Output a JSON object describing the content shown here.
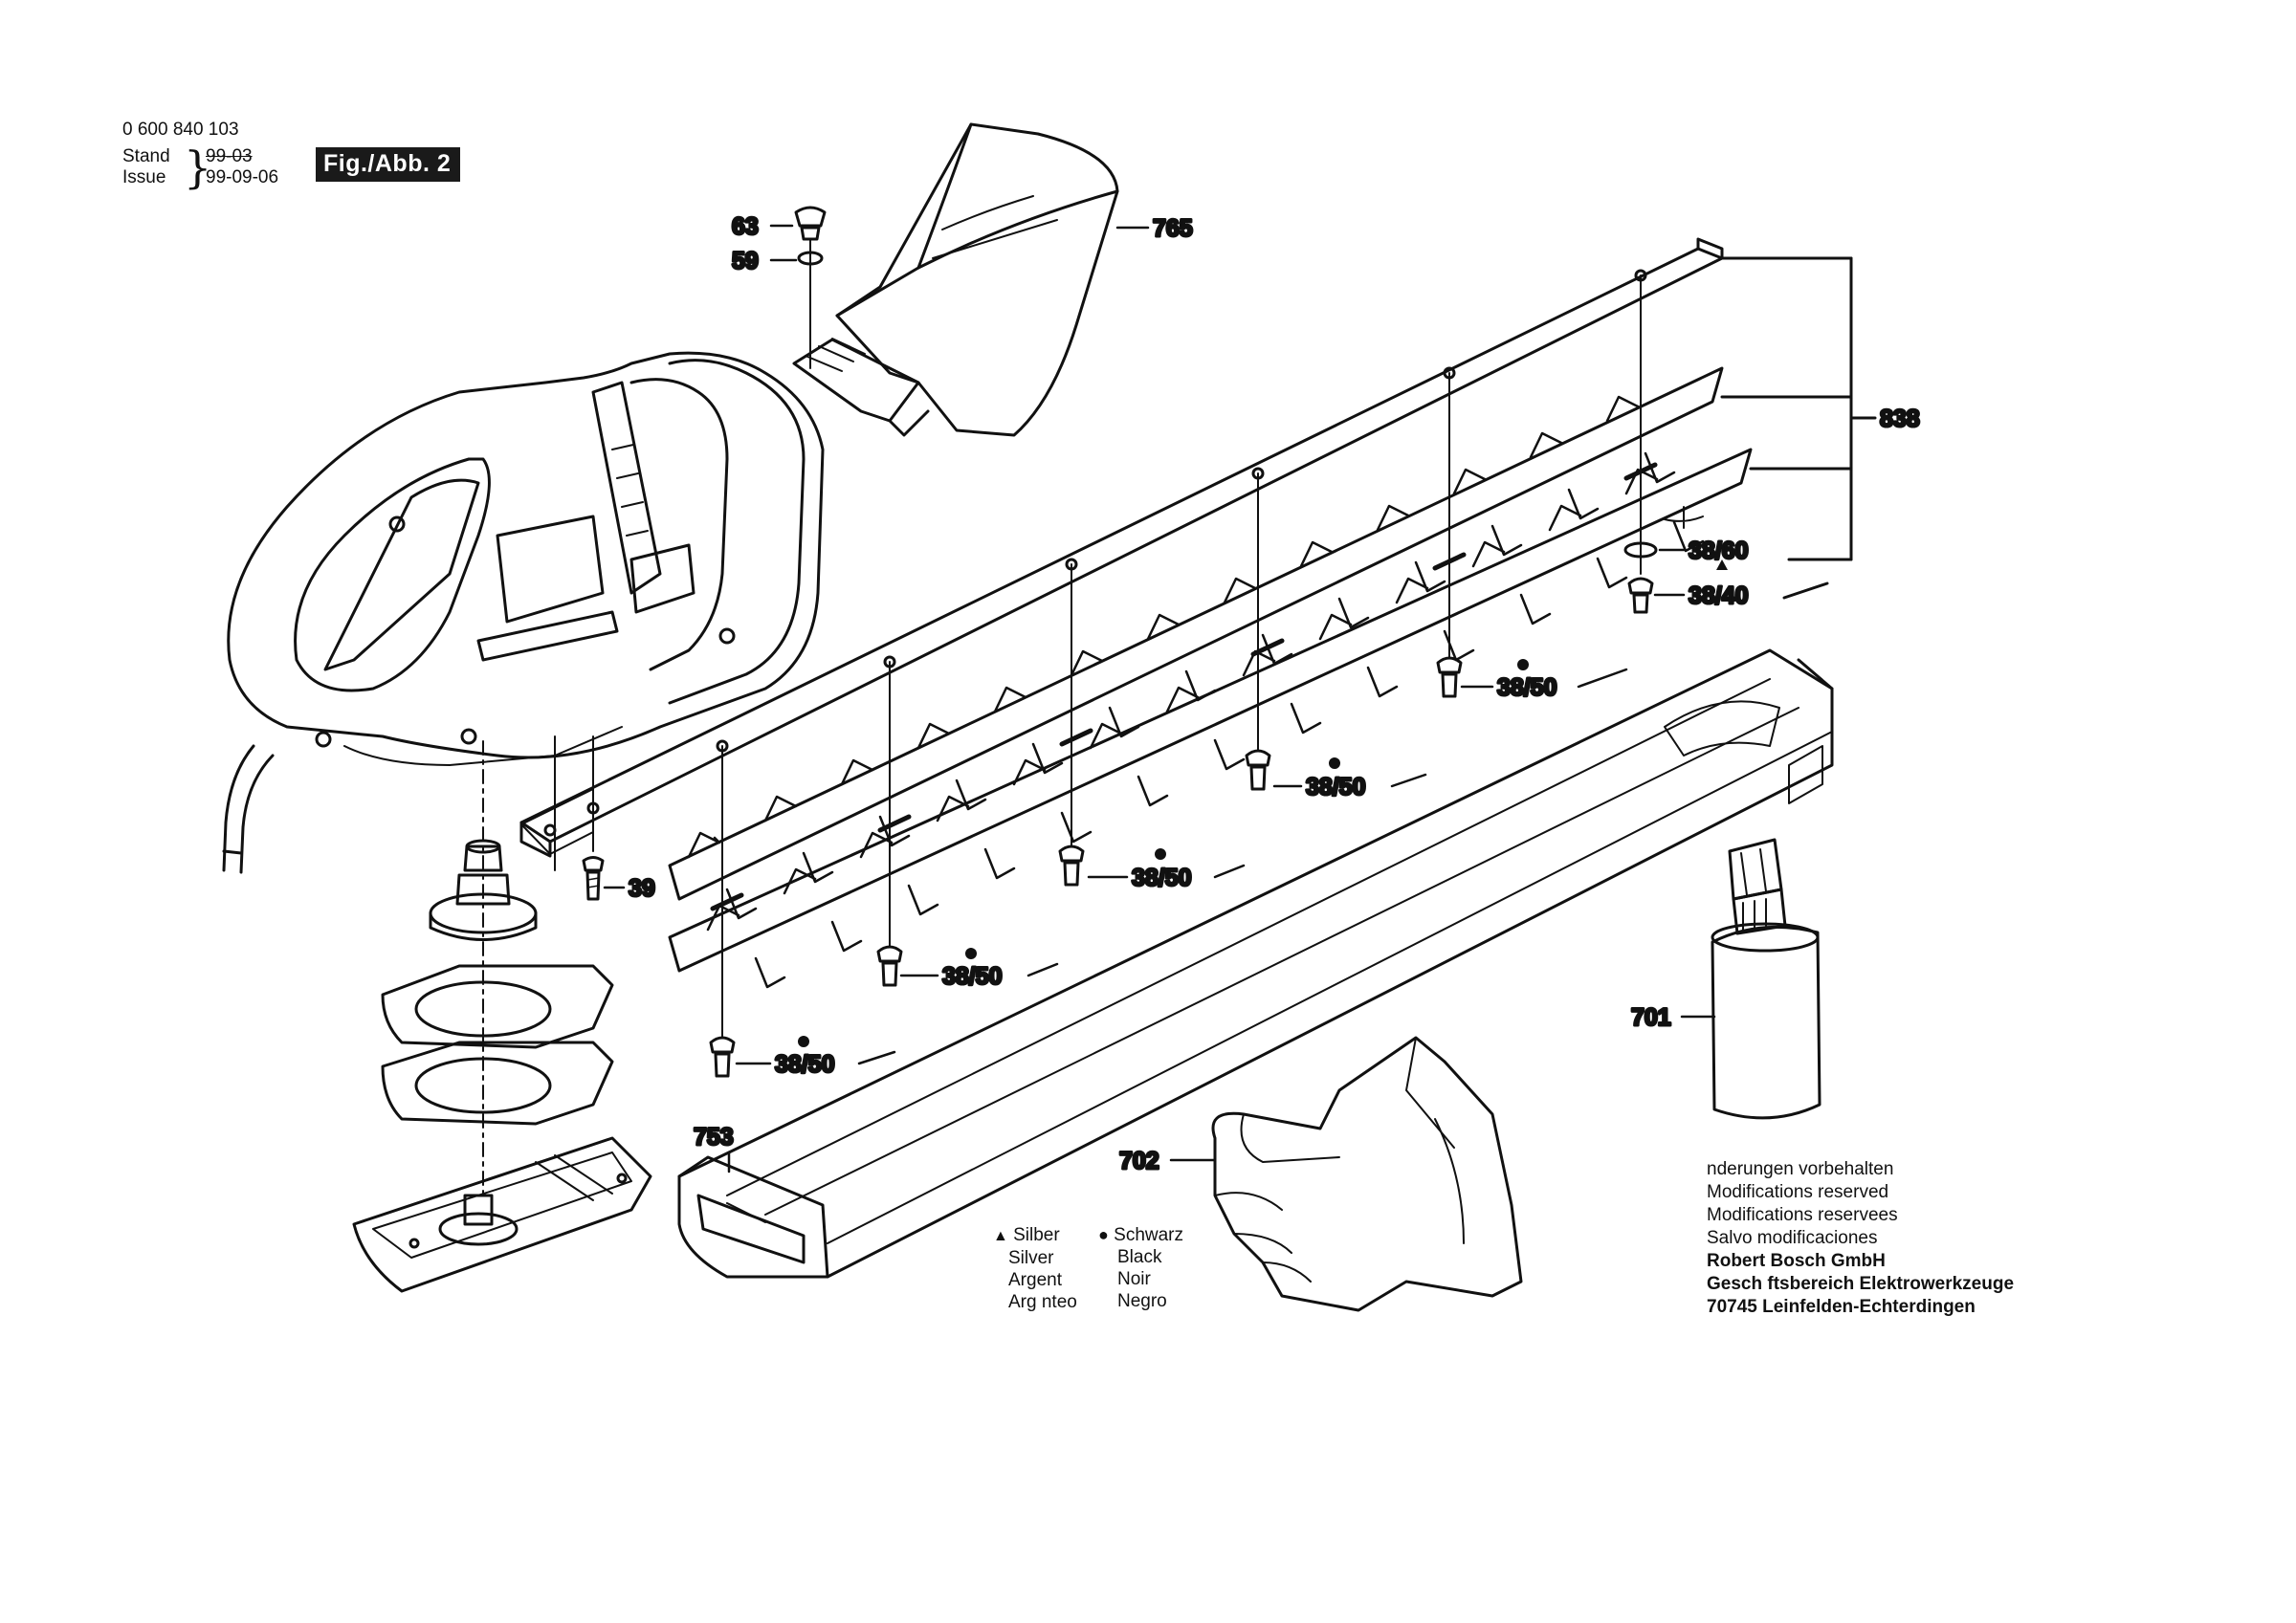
{
  "header": {
    "part_number": "0 600 840 103",
    "stand_label": "Stand",
    "stand_value": "99-03",
    "issue_label": "Issue",
    "issue_value": "99-09-06",
    "brace": "}",
    "figure": "Fig./Abb. 2"
  },
  "callouts": {
    "c63": "63",
    "c59": "59",
    "c765": "765",
    "c838": "838",
    "c38_60": "38/60",
    "c38_40": "38/40",
    "c38_50_a": "38/50",
    "c38_50_b": "38/50",
    "c38_50_c": "38/50",
    "c38_50_d": "38/50",
    "c38_50_e": "38/50",
    "c39": "39",
    "c701": "701",
    "c702": "702",
    "c753": "753"
  },
  "legend": {
    "silver_col": [
      "Silber",
      "Silver",
      "Argent",
      "Arg nteo"
    ],
    "black_col": [
      "Schwarz",
      "Black",
      "Noir",
      "Negro"
    ]
  },
  "notes": {
    "lines": [
      "nderungen vorbehalten",
      "Modifications reserved",
      "Modifications reservees",
      "Salvo modificaciones"
    ],
    "bold_lines": [
      "Robert Bosch GmbH",
      "Gesch ftsbereich Elektrowerkzeuge",
      "70745 Leinfelden-Echterdingen"
    ]
  },
  "colors": {
    "ink": "#111111",
    "paper": "#ffffff",
    "badge": "#1a1a1a"
  }
}
